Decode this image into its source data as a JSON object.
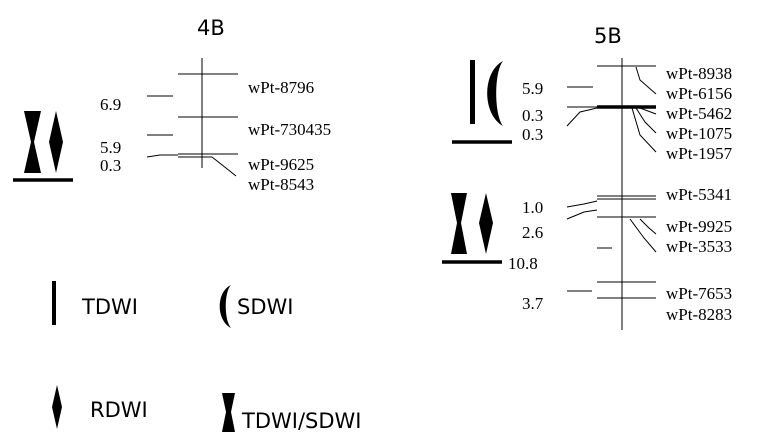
{
  "maps": [
    {
      "title": "4B",
      "intervals": [
        "6.9",
        "5.9",
        "0.3"
      ],
      "markers": [
        "wPt-8796",
        "wPt-730435",
        "wPt-9625",
        "wPt-8543"
      ],
      "qtl_types": [
        "TDWI/SDWI",
        "RDWI"
      ]
    },
    {
      "title": "5B",
      "intervals": [
        "5.9",
        "0.3",
        "0.3",
        "1.0",
        "2.6",
        "10.8",
        "3.7"
      ],
      "markers": [
        "wPt-8938",
        "wPt-6156",
        "wPt-5462",
        "wPt-1075",
        "wPt-1957",
        "wPt-5341",
        "wPt-9925",
        "wPt-3533",
        "wPt-7653",
        "wPt-8283"
      ],
      "qtl_types": [
        "TDWI",
        "SDWI",
        "TDWI/SDWI",
        "RDWI"
      ]
    }
  ],
  "legend": [
    {
      "symbol": "bar-icon",
      "label": "TDWI"
    },
    {
      "symbol": "crescent-icon",
      "label": "SDWI"
    },
    {
      "symbol": "diamond-icon",
      "label": "RDWI"
    },
    {
      "symbol": "hourglass-icon",
      "label": "TDWI/SDWI"
    }
  ]
}
